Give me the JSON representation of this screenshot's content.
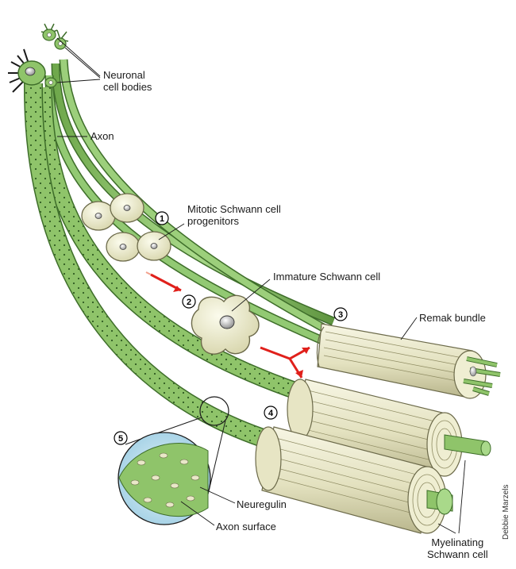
{
  "labels": {
    "neuronal_cell_bodies": [
      "Neuronal",
      "cell bodies"
    ],
    "axon": "Axon",
    "mitotic": [
      "Mitotic Schwann cell",
      "progenitors"
    ],
    "immature": "Immature Schwann cell",
    "remak": "Remak bundle",
    "neuregulin": "Neuregulin",
    "axon_surface": "Axon surface",
    "myelinating": [
      "Myelinating",
      "Schwann cell"
    ]
  },
  "steps": [
    "1",
    "2",
    "3",
    "4",
    "5"
  ],
  "credit": "Debbie Marzels",
  "colors": {
    "axon_fill": "#8fc46a",
    "axon_dark": "#3e6e2a",
    "schwann_fill": "#efeed2",
    "schwann_stroke": "#6c6a4a",
    "arrow": "#e0201b",
    "inset_bg": "#bfe0ef"
  }
}
